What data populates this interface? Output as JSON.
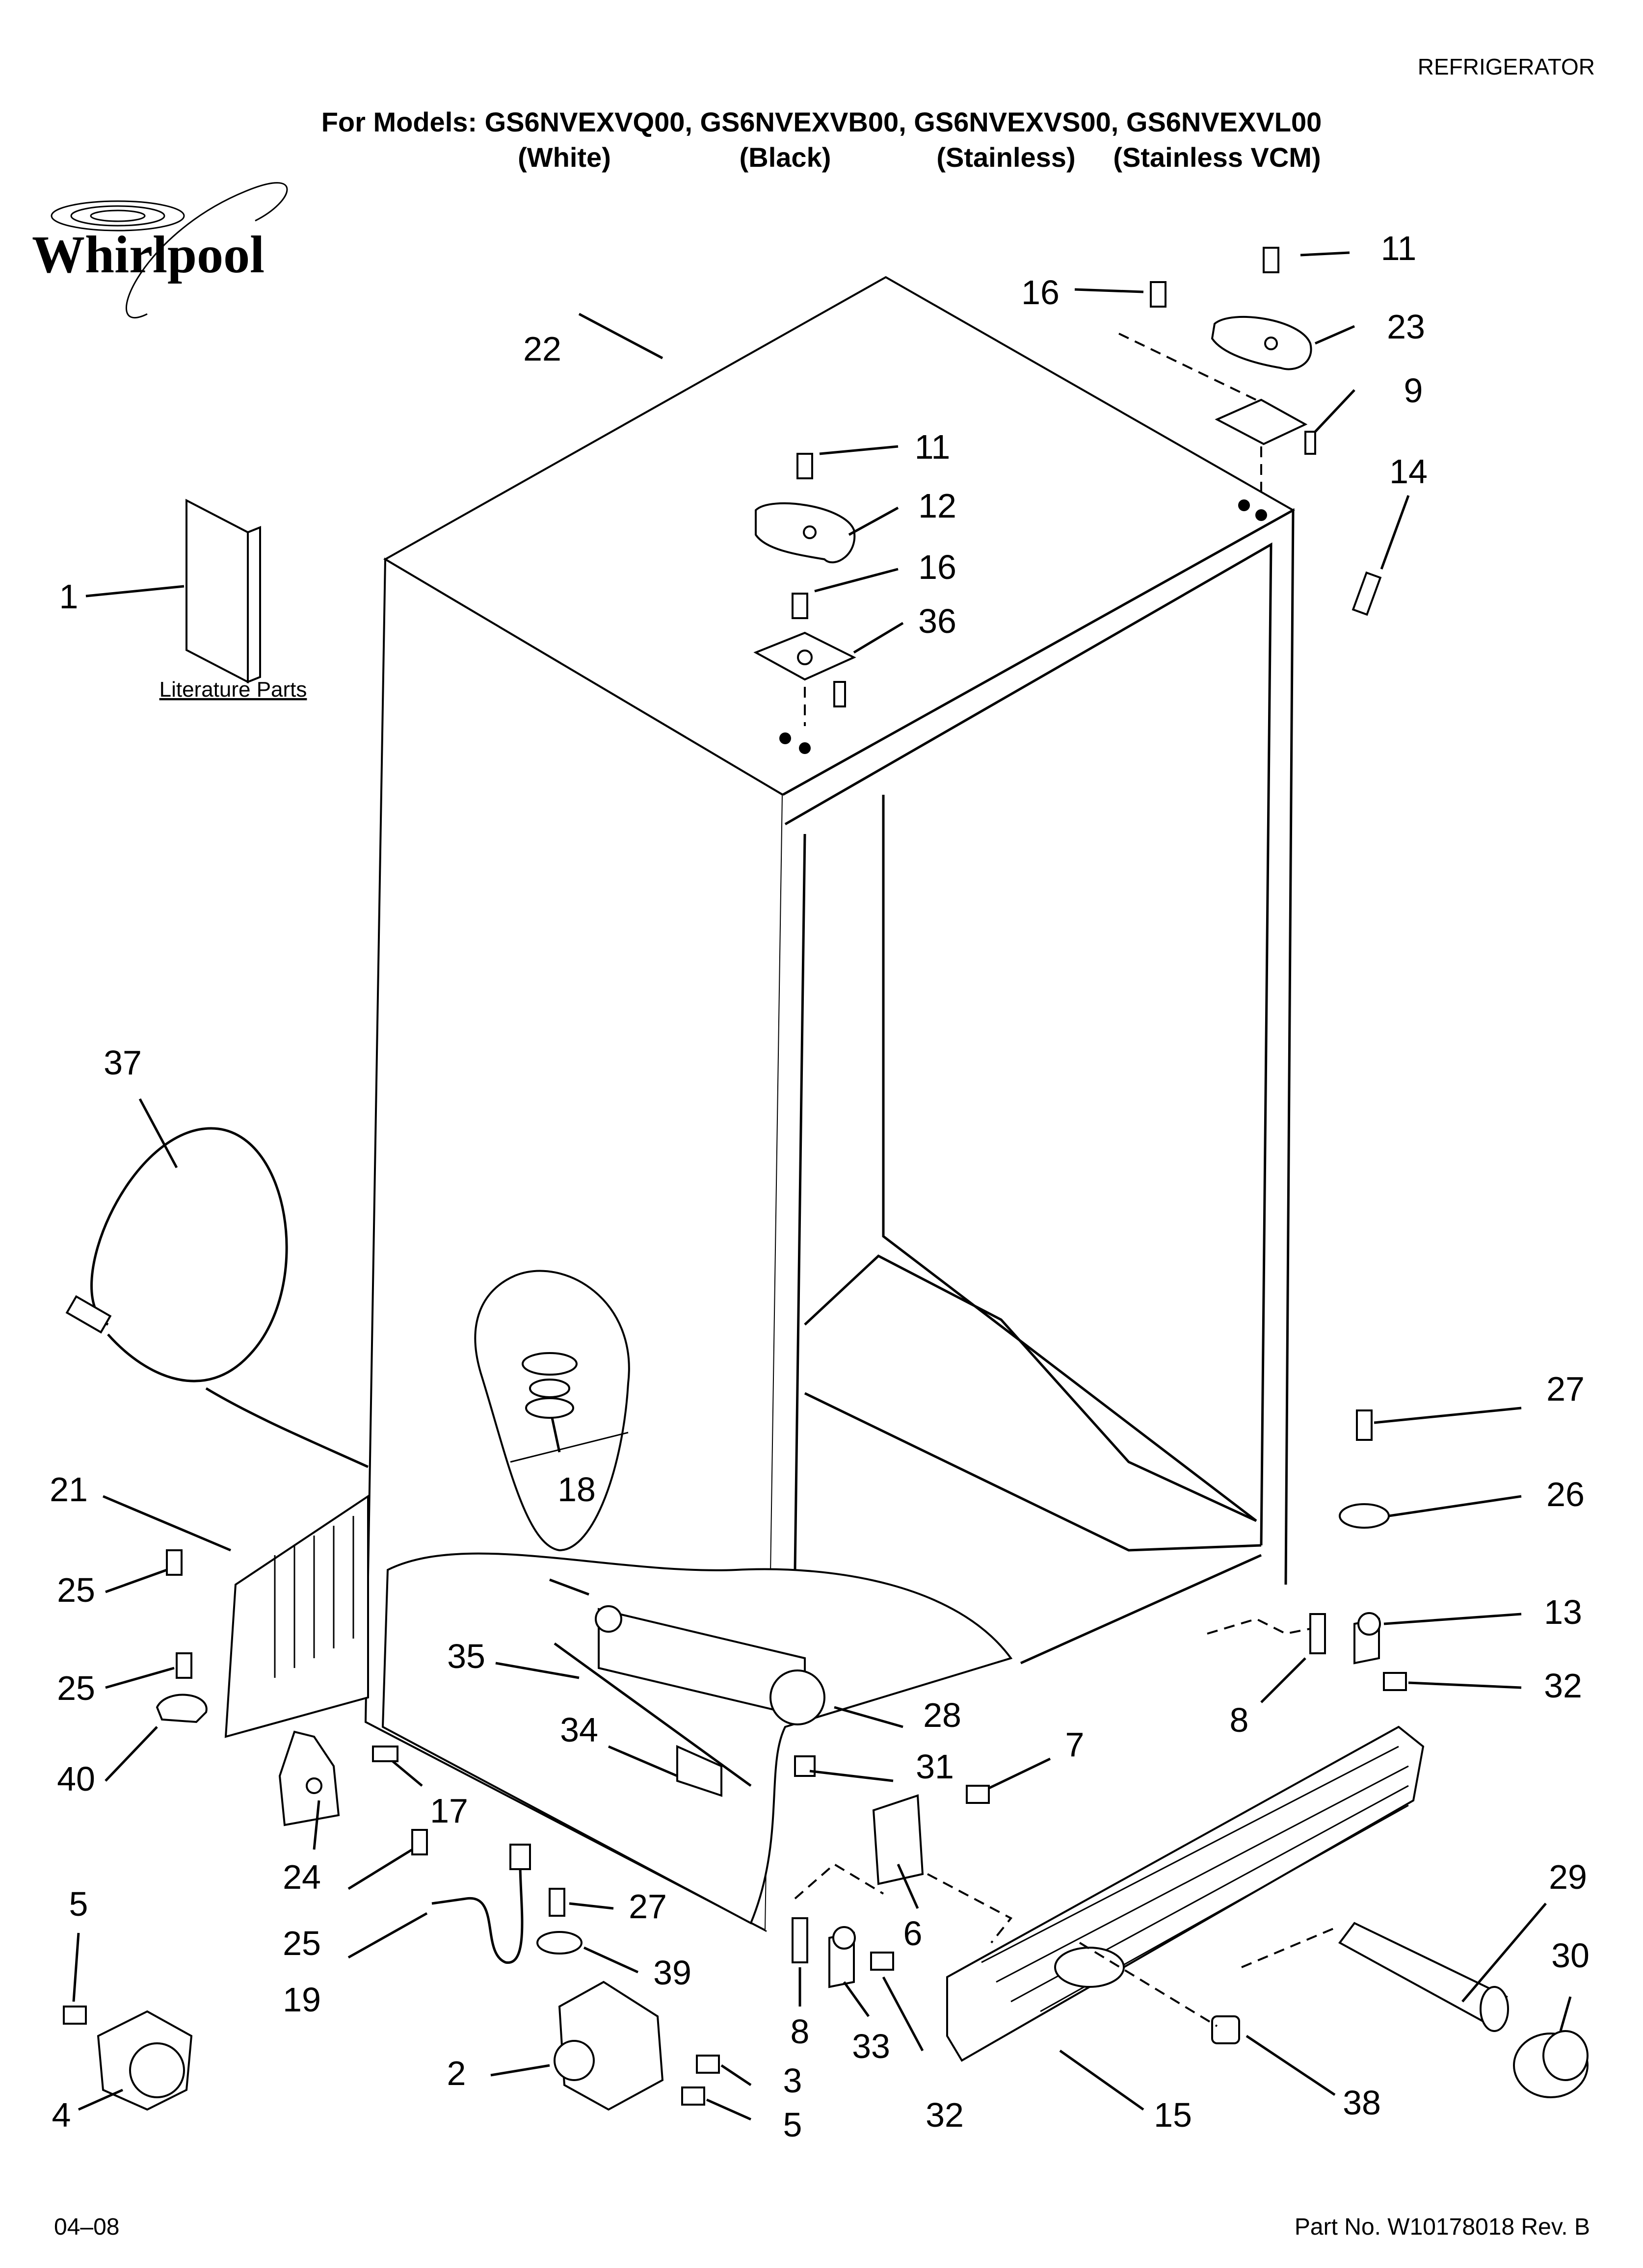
{
  "header": {
    "category": "REFRIGERATOR",
    "models_line": "For Models: GS6NVEXVQ00, GS6NVEXVB00, GS6NVEXVS00, GS6NVEXVL00",
    "variants": [
      "(White)",
      "(Black)",
      "(Stainless)",
      "(Stainless VCM)"
    ]
  },
  "brand": {
    "logo_text": "Whirlpool"
  },
  "literature_label": "Literature Parts",
  "callouts": [
    "22",
    "11",
    "16",
    "23",
    "9",
    "14",
    "11",
    "12",
    "16",
    "36",
    "1",
    "37",
    "18",
    "21",
    "25",
    "25",
    "40",
    "35",
    "28",
    "34",
    "31",
    "7",
    "27",
    "26",
    "13",
    "32",
    "8",
    "24",
    "17",
    "25",
    "19",
    "27",
    "39",
    "5",
    "4",
    "2",
    "3",
    "5",
    "6",
    "8",
    "33",
    "32",
    "15",
    "29",
    "30",
    "38"
  ],
  "footer": {
    "date": "04–08",
    "part_number": "Part No. W10178018 Rev. B"
  }
}
